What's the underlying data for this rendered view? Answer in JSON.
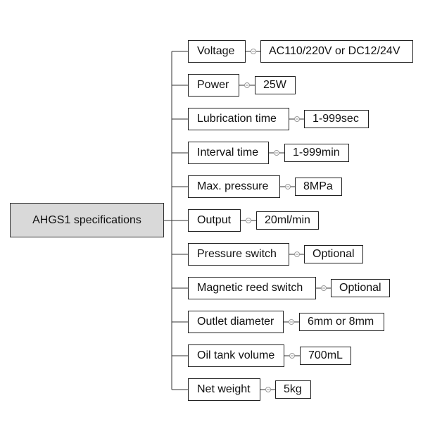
{
  "root": {
    "label": "AHGS1 specifications"
  },
  "specs": [
    {
      "label": "Voltage",
      "value": "AC110/220V or DC12/24V"
    },
    {
      "label": "Power",
      "value": "25W"
    },
    {
      "label": "Lubrication time",
      "value": "1-999sec"
    },
    {
      "label": "Interval time",
      "value": "1-999min"
    },
    {
      "label": "Max. pressure",
      "value": "8MPa"
    },
    {
      "label": "Output",
      "value": "20ml/min"
    },
    {
      "label": "Pressure switch",
      "value": "Optional"
    },
    {
      "label": "Magnetic reed switch",
      "value": "Optional"
    },
    {
      "label": "Outlet diameter",
      "value": "6mm or 8mm"
    },
    {
      "label": "Oil tank volume",
      "value": "700mL"
    },
    {
      "label": "Net weight",
      "value": "5kg"
    }
  ],
  "colors": {
    "line": "#333333",
    "root_fill": "#d9d9d9",
    "connector_dot": "#9a9a9a"
  }
}
